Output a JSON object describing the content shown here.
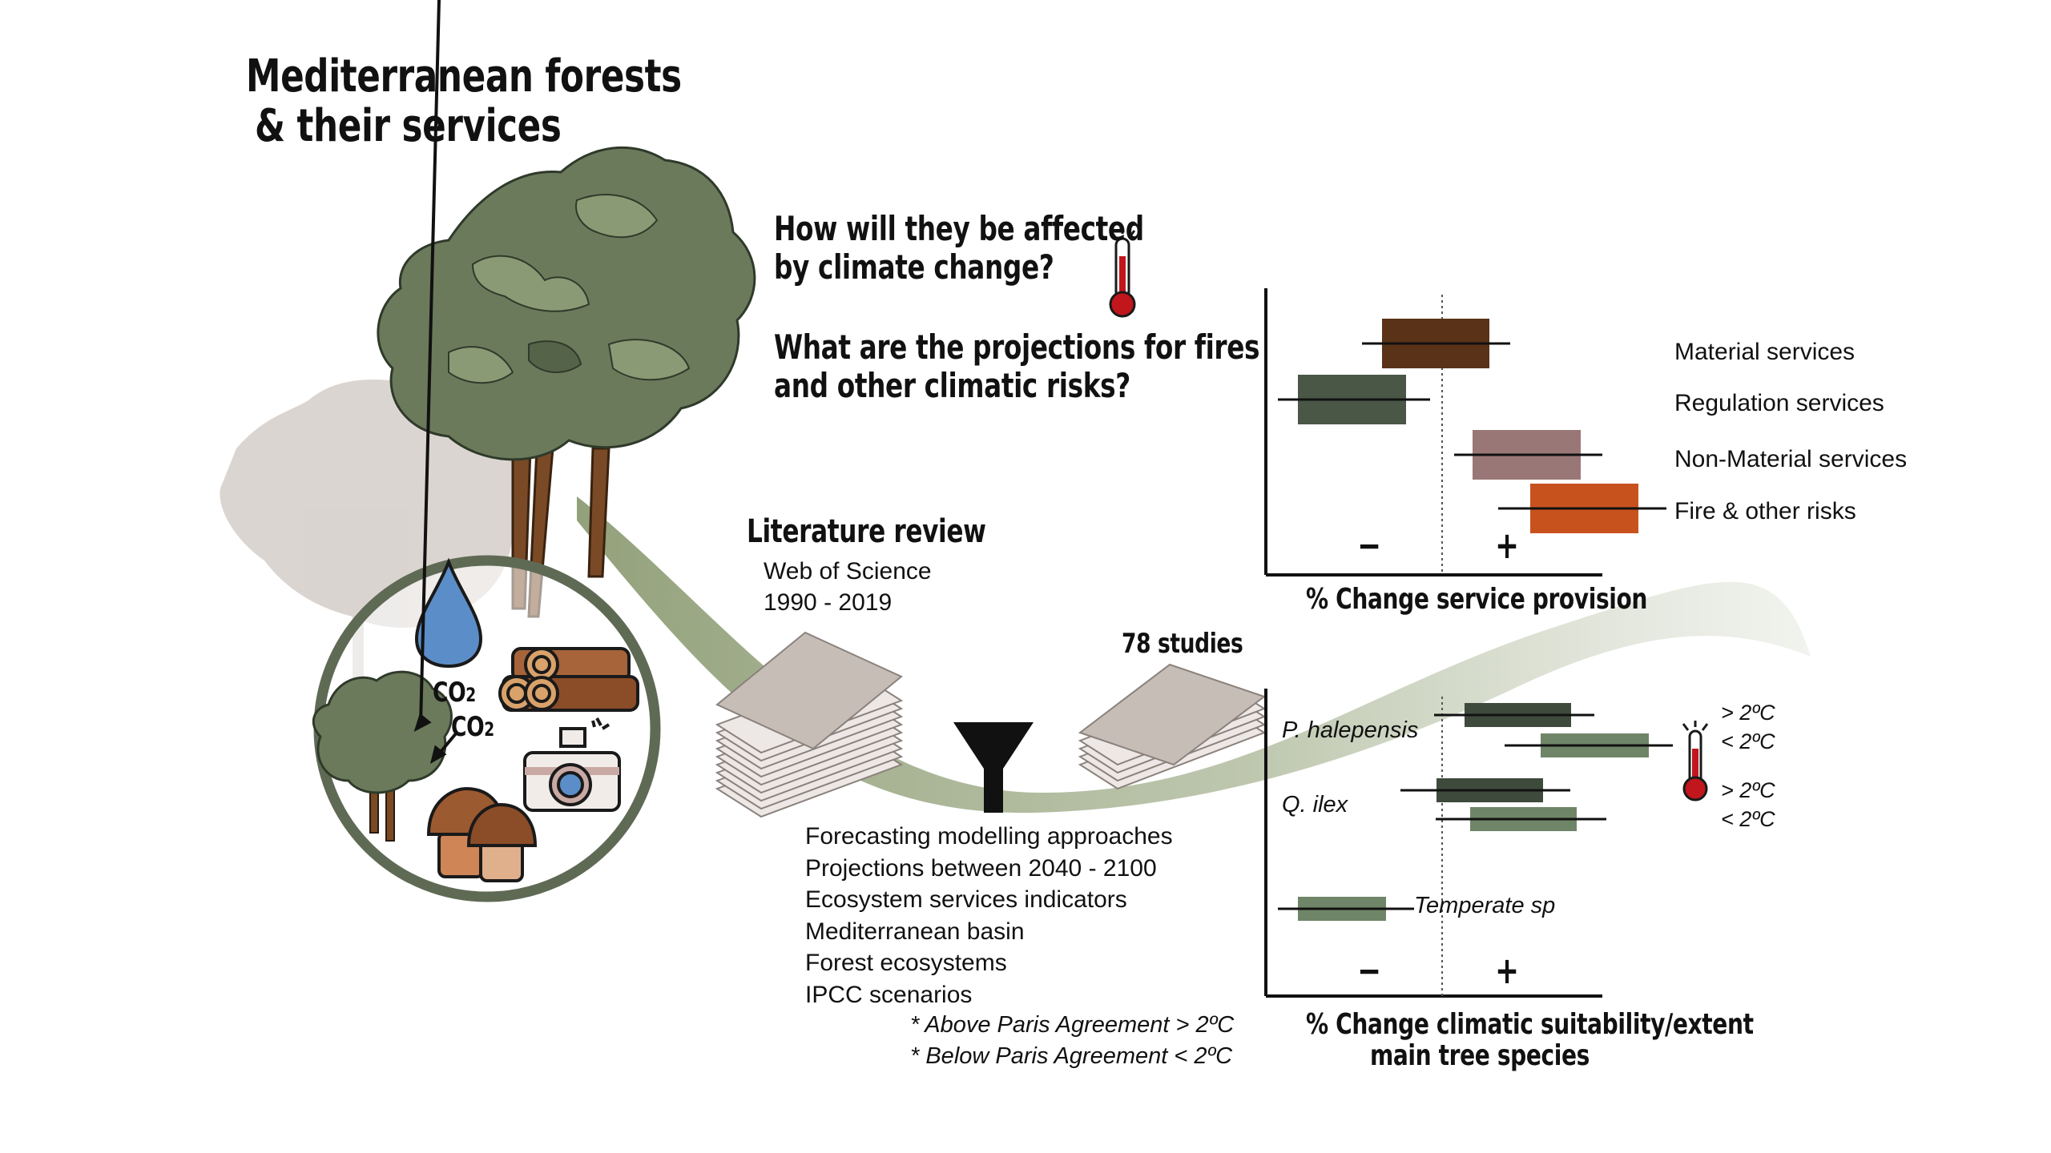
{
  "title": {
    "line1": "Mediterranean forests",
    "line2": "& their services"
  },
  "questions": {
    "q1_line1": "How will they be affected",
    "q1_line2": "by climate change?",
    "q2_line1": "What are the projections for fires",
    "q2_line2": "and other climatic risks?"
  },
  "circle_icons": {
    "co2_a": "CO2",
    "co2_b": "CO2"
  },
  "literature": {
    "heading": "Literature review",
    "source": "Web of Science",
    "years": "1990 - 2019"
  },
  "studies": "78 studies",
  "criteria": [
    "Forecasting modelling approaches",
    "Projections between 2040 - 2100",
    "Ecosystem services indicators",
    "Mediterranean basin",
    "Forest ecosystems",
    "IPCC scenarios"
  ],
  "scenarios": [
    "* Above Paris Agreement > 2ºC",
    "* Below Paris Agreement < 2ºC"
  ],
  "chart_data": [
    {
      "type": "bar",
      "xlabel": "% Change service provision",
      "axis_signs": {
        "negative": "−",
        "positive": "+"
      },
      "series": [
        {
          "name": "Material services",
          "color": "#5a3218"
        },
        {
          "name": "Regulation services",
          "color": "#4a5646"
        },
        {
          "name": "Non-Material services",
          "color": "#9a7777"
        },
        {
          "name": "Fire & other risks",
          "color": "#c8521e"
        }
      ]
    },
    {
      "type": "bar",
      "xlabel_line1": "% Change climatic suitability/extent",
      "xlabel_line2": "main tree species",
      "axis_signs": {
        "negative": "−",
        "positive": "+"
      },
      "species": [
        "P. halepensis",
        "Q. ilex",
        "Temperate sp"
      ],
      "scenario_labels": [
        "> 2ºC",
        "< 2ºC",
        "> 2ºC",
        "< 2ºC"
      ],
      "bars": [
        {
          "species": "P. halepensis",
          "scenario": "> 2ºC",
          "color": "#3e4a3c"
        },
        {
          "species": "P. halepensis",
          "scenario": "< 2ºC",
          "color": "#6f8567"
        },
        {
          "species": "Q. ilex",
          "scenario": "> 2ºC",
          "color": "#3e4a3c"
        },
        {
          "species": "Q. ilex",
          "scenario": "< 2ºC",
          "color": "#6f8567"
        },
        {
          "species": "Temperate sp",
          "scenario": "",
          "color": "#6f8567"
        }
      ]
    }
  ],
  "colors": {
    "thermometer": "#c0161c",
    "ribbon": "#9aa886",
    "circle": "#5f6a55"
  }
}
